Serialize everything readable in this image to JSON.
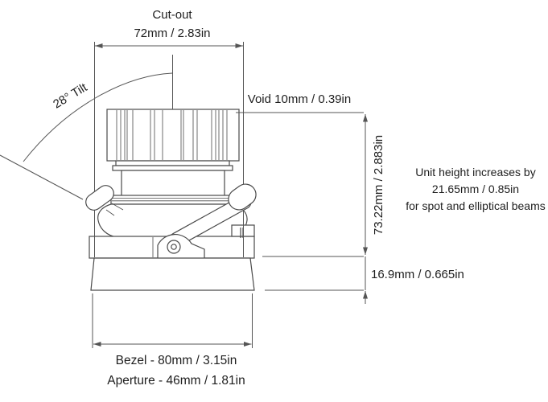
{
  "diagram": {
    "subject": "recessed-downlight-dimension-drawing",
    "cutout": {
      "label": "Cut-out",
      "value": "72mm / 2.83in"
    },
    "tilt": {
      "label": "28° Tilt"
    },
    "void": {
      "label": "Void 10mm / 0.39in"
    },
    "recess_height": {
      "label": "73.22mm / 2.883in"
    },
    "below_ceiling_height": {
      "label": "16.9mm / 0.665in"
    },
    "note": {
      "line1": "Unit height increases by",
      "line2": "21.65mm / 0.85in",
      "line3": "for spot and elliptical beams"
    },
    "bezel": {
      "label": "Bezel - 80mm / 3.15in"
    },
    "aperture": {
      "label": "Aperture - 46mm / 1.81in"
    },
    "colors": {
      "line": "#4a4a4a",
      "dimension_line": "#555555",
      "text": "#1e1e1e",
      "background": "#ffffff"
    }
  }
}
